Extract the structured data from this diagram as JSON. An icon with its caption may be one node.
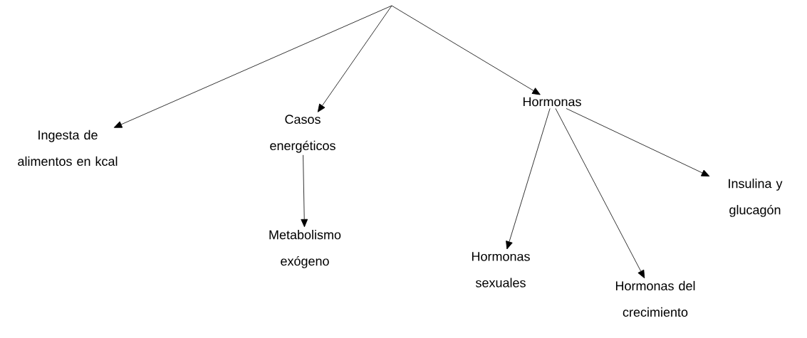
{
  "diagram": {
    "nodes": [
      {
        "text": [
          "Ingesta de alimentos en kcal"
        ]
      },
      {
        "text": [
          "Casos energéticos"
        ]
      },
      {
        "text": [
          "Hormonas"
        ]
      },
      {
        "text": [
          "Insulina y glucagón"
        ]
      },
      {
        "text": [
          "Metabolismo exógeno"
        ]
      },
      {
        "text": [
          "Hormonas sexuales"
        ]
      },
      {
        "text": [
          "Hormonas del crecimiento"
        ]
      }
    ],
    "edges": [
      {
        "from": null,
        "to": 0,
        "arrow": "to"
      },
      {
        "from": null,
        "to": 1,
        "arrow": "to"
      },
      {
        "from": null,
        "to": 2,
        "arrow": "to"
      },
      {
        "from": 1,
        "to": 4,
        "arrow": "to"
      },
      {
        "from": 2,
        "to": 5,
        "arrow": "to"
      },
      {
        "from": 2,
        "to": 6,
        "arrow": "to"
      },
      {
        "from": 2,
        "to": 3,
        "arrow": "to"
      }
    ]
  }
}
